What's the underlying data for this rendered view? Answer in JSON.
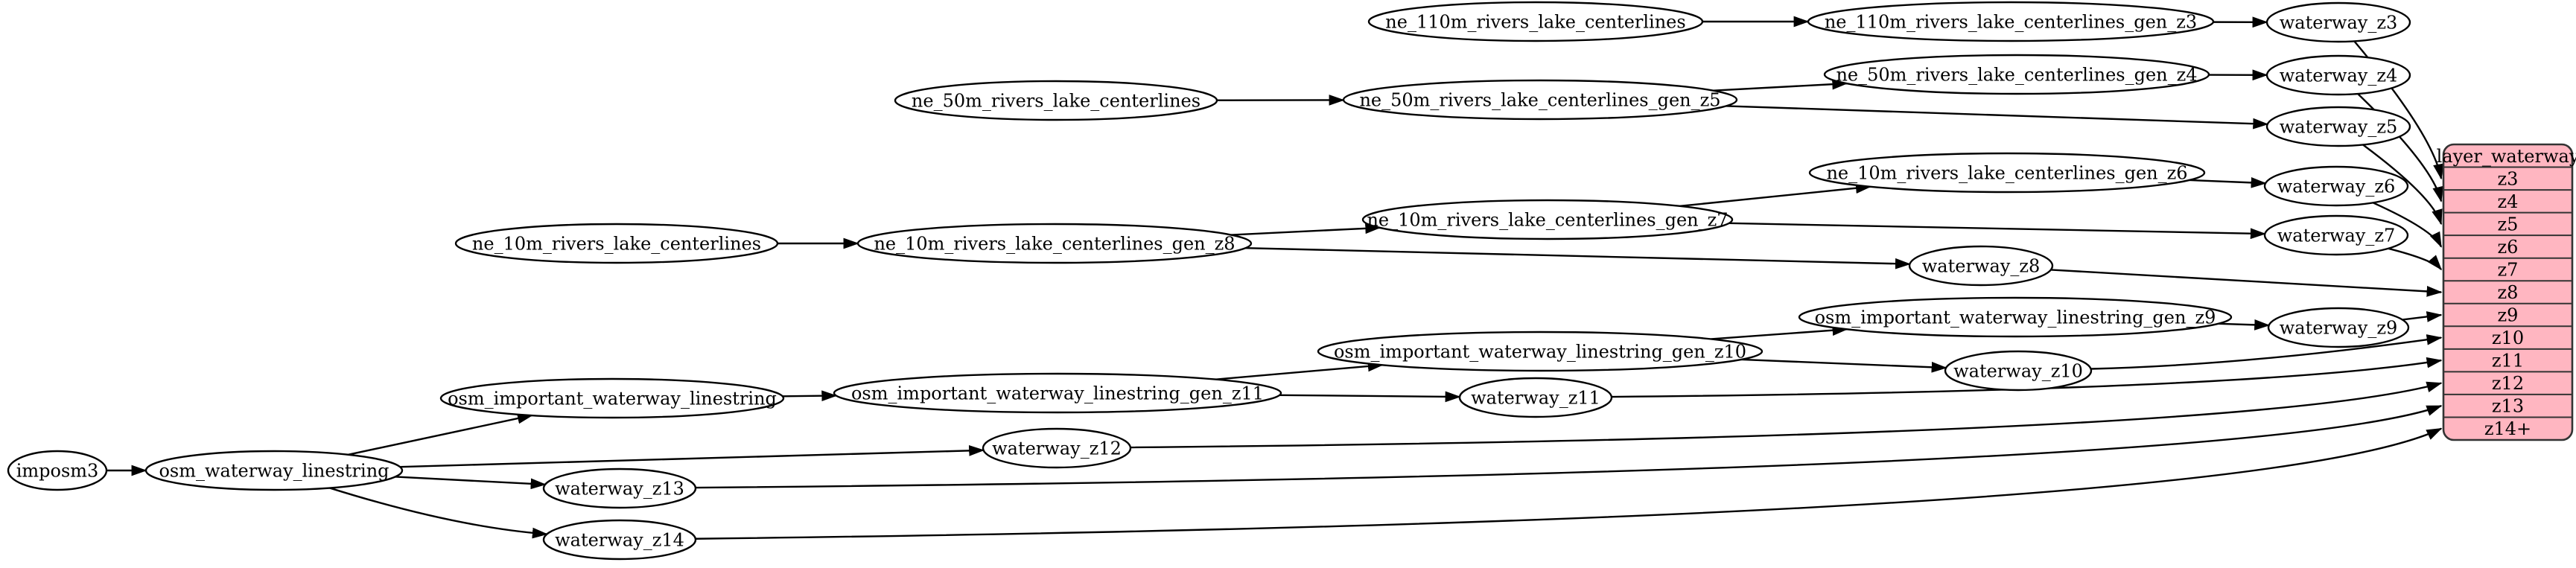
{
  "diagram": {
    "kind": "etl-dependency-graph",
    "background": "#ffffff",
    "colors": {
      "node_fill": "#ffffff",
      "node_stroke": "#000000",
      "edge_stroke": "#000000",
      "text": "#000000",
      "record_fill": "#ffb6c1",
      "record_stroke": "#333333"
    },
    "nodes": [
      {
        "id": "imposm3",
        "label": "imposm3"
      },
      {
        "id": "osm_waterway_linestring",
        "label": "osm_waterway_linestring"
      },
      {
        "id": "osm_important_waterway_linestring",
        "label": "osm_important_waterway_linestring"
      },
      {
        "id": "osm_important_waterway_linestring_gen_z11",
        "label": "osm_important_waterway_linestring_gen_z11"
      },
      {
        "id": "osm_important_waterway_linestring_gen_z10",
        "label": "osm_important_waterway_linestring_gen_z10"
      },
      {
        "id": "osm_important_waterway_linestring_gen_z9",
        "label": "osm_important_waterway_linestring_gen_z9"
      },
      {
        "id": "ne_110m_rivers_lake_centerlines",
        "label": "ne_110m_rivers_lake_centerlines"
      },
      {
        "id": "ne_110m_rivers_lake_centerlines_gen_z3",
        "label": "ne_110m_rivers_lake_centerlines_gen_z3"
      },
      {
        "id": "ne_50m_rivers_lake_centerlines",
        "label": "ne_50m_rivers_lake_centerlines"
      },
      {
        "id": "ne_50m_rivers_lake_centerlines_gen_z5",
        "label": "ne_50m_rivers_lake_centerlines_gen_z5"
      },
      {
        "id": "ne_50m_rivers_lake_centerlines_gen_z4",
        "label": "ne_50m_rivers_lake_centerlines_gen_z4"
      },
      {
        "id": "ne_10m_rivers_lake_centerlines",
        "label": "ne_10m_rivers_lake_centerlines"
      },
      {
        "id": "ne_10m_rivers_lake_centerlines_gen_z8",
        "label": "ne_10m_rivers_lake_centerlines_gen_z8"
      },
      {
        "id": "ne_10m_rivers_lake_centerlines_gen_z7",
        "label": "ne_10m_rivers_lake_centerlines_gen_z7"
      },
      {
        "id": "ne_10m_rivers_lake_centerlines_gen_z6",
        "label": "ne_10m_rivers_lake_centerlines_gen_z6"
      },
      {
        "id": "waterway_z3",
        "label": "waterway_z3"
      },
      {
        "id": "waterway_z4",
        "label": "waterway_z4"
      },
      {
        "id": "waterway_z5",
        "label": "waterway_z5"
      },
      {
        "id": "waterway_z6",
        "label": "waterway_z6"
      },
      {
        "id": "waterway_z7",
        "label": "waterway_z7"
      },
      {
        "id": "waterway_z8",
        "label": "waterway_z8"
      },
      {
        "id": "waterway_z9",
        "label": "waterway_z9"
      },
      {
        "id": "waterway_z10",
        "label": "waterway_z10"
      },
      {
        "id": "waterway_z11",
        "label": "waterway_z11"
      },
      {
        "id": "waterway_z12",
        "label": "waterway_z12"
      },
      {
        "id": "waterway_z13",
        "label": "waterway_z13"
      },
      {
        "id": "waterway_z14",
        "label": "waterway_z14"
      }
    ],
    "edges": [
      {
        "from": "imposm3",
        "to": "osm_waterway_linestring"
      },
      {
        "from": "osm_waterway_linestring",
        "to": "osm_important_waterway_linestring"
      },
      {
        "from": "osm_waterway_linestring",
        "to": "waterway_z12"
      },
      {
        "from": "osm_waterway_linestring",
        "to": "waterway_z13"
      },
      {
        "from": "osm_waterway_linestring",
        "to": "waterway_z14"
      },
      {
        "from": "osm_important_waterway_linestring",
        "to": "osm_important_waterway_linestring_gen_z11"
      },
      {
        "from": "osm_important_waterway_linestring_gen_z11",
        "to": "osm_important_waterway_linestring_gen_z10"
      },
      {
        "from": "osm_important_waterway_linestring_gen_z11",
        "to": "waterway_z11"
      },
      {
        "from": "osm_important_waterway_linestring_gen_z10",
        "to": "osm_important_waterway_linestring_gen_z9"
      },
      {
        "from": "osm_important_waterway_linestring_gen_z10",
        "to": "waterway_z10"
      },
      {
        "from": "osm_important_waterway_linestring_gen_z9",
        "to": "waterway_z9"
      },
      {
        "from": "ne_110m_rivers_lake_centerlines",
        "to": "ne_110m_rivers_lake_centerlines_gen_z3"
      },
      {
        "from": "ne_110m_rivers_lake_centerlines_gen_z3",
        "to": "waterway_z3"
      },
      {
        "from": "ne_50m_rivers_lake_centerlines",
        "to": "ne_50m_rivers_lake_centerlines_gen_z5"
      },
      {
        "from": "ne_50m_rivers_lake_centerlines_gen_z5",
        "to": "ne_50m_rivers_lake_centerlines_gen_z4"
      },
      {
        "from": "ne_50m_rivers_lake_centerlines_gen_z5",
        "to": "waterway_z5"
      },
      {
        "from": "ne_50m_rivers_lake_centerlines_gen_z4",
        "to": "waterway_z4"
      },
      {
        "from": "ne_10m_rivers_lake_centerlines",
        "to": "ne_10m_rivers_lake_centerlines_gen_z8"
      },
      {
        "from": "ne_10m_rivers_lake_centerlines_gen_z8",
        "to": "ne_10m_rivers_lake_centerlines_gen_z7"
      },
      {
        "from": "ne_10m_rivers_lake_centerlines_gen_z8",
        "to": "waterway_z8"
      },
      {
        "from": "ne_10m_rivers_lake_centerlines_gen_z7",
        "to": "ne_10m_rivers_lake_centerlines_gen_z6"
      },
      {
        "from": "ne_10m_rivers_lake_centerlines_gen_z7",
        "to": "waterway_z7"
      },
      {
        "from": "ne_10m_rivers_lake_centerlines_gen_z6",
        "to": "waterway_z6"
      }
    ],
    "record": {
      "title": "layer_waterway",
      "rows": [
        "z3",
        "z4",
        "z5",
        "z6",
        "z7",
        "z8",
        "z9",
        "z10",
        "z11",
        "z12",
        "z13",
        "z14+"
      ]
    },
    "record_edges": [
      {
        "from": "waterway_z3",
        "row": "z3"
      },
      {
        "from": "waterway_z4",
        "row": "z4"
      },
      {
        "from": "waterway_z5",
        "row": "z5"
      },
      {
        "from": "waterway_z6",
        "row": "z6"
      },
      {
        "from": "waterway_z7",
        "row": "z7"
      },
      {
        "from": "waterway_z8",
        "row": "z8"
      },
      {
        "from": "waterway_z9",
        "row": "z9"
      },
      {
        "from": "waterway_z10",
        "row": "z10"
      },
      {
        "from": "waterway_z11",
        "row": "z11"
      },
      {
        "from": "waterway_z12",
        "row": "z12"
      },
      {
        "from": "waterway_z13",
        "row": "z13"
      },
      {
        "from": "waterway_z14",
        "row": "z14+"
      }
    ]
  }
}
